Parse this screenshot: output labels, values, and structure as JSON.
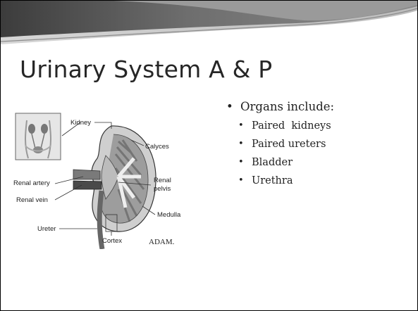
{
  "slide": {
    "title": "Urinary System A & P",
    "bullets": {
      "heading": "Organs include:",
      "items": [
        "Paired  kidneys",
        "Paired ureters",
        "Bladder",
        "Urethra"
      ]
    },
    "figure": {
      "labels": {
        "kidney": "Kidney",
        "calyces": "Calyces",
        "renal_artery": "Renal artery",
        "renal_pelvis_1": "Renal",
        "renal_pelvis_2": "pelvis",
        "renal_vein": "Renal vein",
        "medulla": "Medulla",
        "ureter": "Ureter",
        "cortex": "Cortex",
        "credit": "ADAM."
      }
    }
  },
  "colors": {
    "banner_dark": "#555555",
    "banner_light": "#d0d0d0",
    "text": "#262626"
  }
}
